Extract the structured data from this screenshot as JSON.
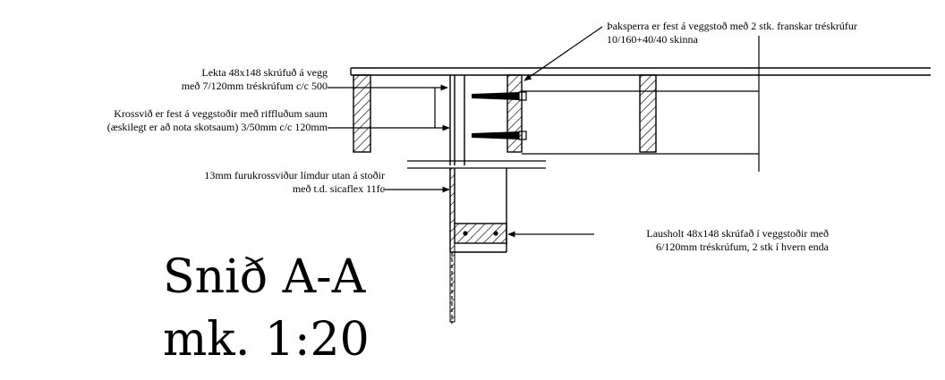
{
  "drawing": {
    "title": "Snið A-A",
    "scale": "mk. 1:20"
  },
  "annotations": {
    "rafter": {
      "line1": "Þaksperra er fest á veggstoð með 2 stk. franskar tréskrúfur",
      "line2": "10/160+40/40 skinna"
    },
    "batten": {
      "line1": "Lekta 48x148 skrúfuð á vegg",
      "line2": "með 7/120mm tréskrúfum c/c 500"
    },
    "plywood_nailing": {
      "line1": "Krossvið er fest á veggstoðir með riffluðum saum",
      "line2": "(æskilegt er að nota skotsaum) 3/50mm c/c 120mm"
    },
    "pine_plywood": {
      "line1": "13mm furukrossviður límdur utan á stoðir",
      "line2": "með t.d. sicaflex 11fc"
    },
    "loose_member": {
      "line1": "Lausholt 48x148 skrúfað í veggstoðir með",
      "line2": "6/120mm tréskrúfum, 2 stk í hvern enda"
    }
  }
}
